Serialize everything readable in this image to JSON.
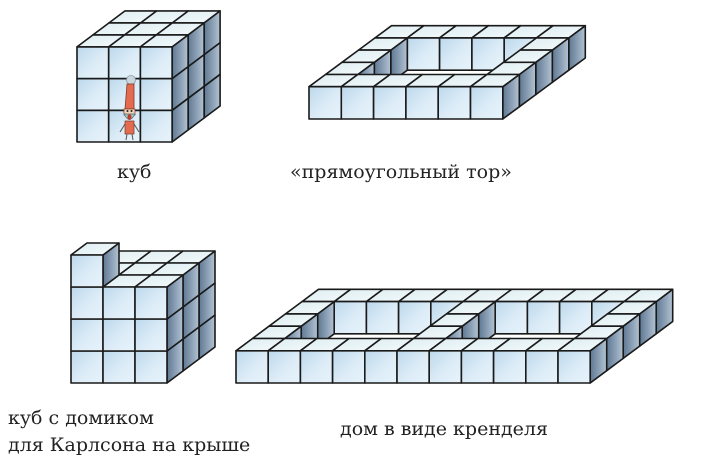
{
  "figures": [
    {
      "id": "cube",
      "label": "куб",
      "shape": {
        "width": 3,
        "depth": 3,
        "height": 3,
        "type": "solid"
      },
      "character": "Карлсон-гном в красном колпаке"
    },
    {
      "id": "rect-torus",
      "label": "«прямоугольный тор»",
      "shape": {
        "width": 6,
        "depth": 5,
        "height": 1,
        "type": "ring",
        "hole": {
          "x": [
            1,
            4
          ],
          "z": [
            1,
            3
          ]
        }
      }
    },
    {
      "id": "cube-with-house",
      "label_lines": [
        "куб с домиком",
        "для Карлсона на крыше"
      ],
      "shape": {
        "width": 3,
        "depth": 3,
        "height": 3,
        "type": "solid",
        "extra_cube_on_top": "front-left"
      }
    },
    {
      "id": "pretzel-house",
      "label": "дом в виде кренделя",
      "shape": {
        "width": 11,
        "depth": 5,
        "height": 1,
        "type": "double-ring"
      }
    }
  ],
  "colors": {
    "front_light": "#e4f1fa",
    "front_dark": "#bcd8ec",
    "top": "#eef6f8",
    "side_light": "#a9bccf",
    "side_dark": "#5e7893",
    "edge": "#1a1a1a"
  }
}
